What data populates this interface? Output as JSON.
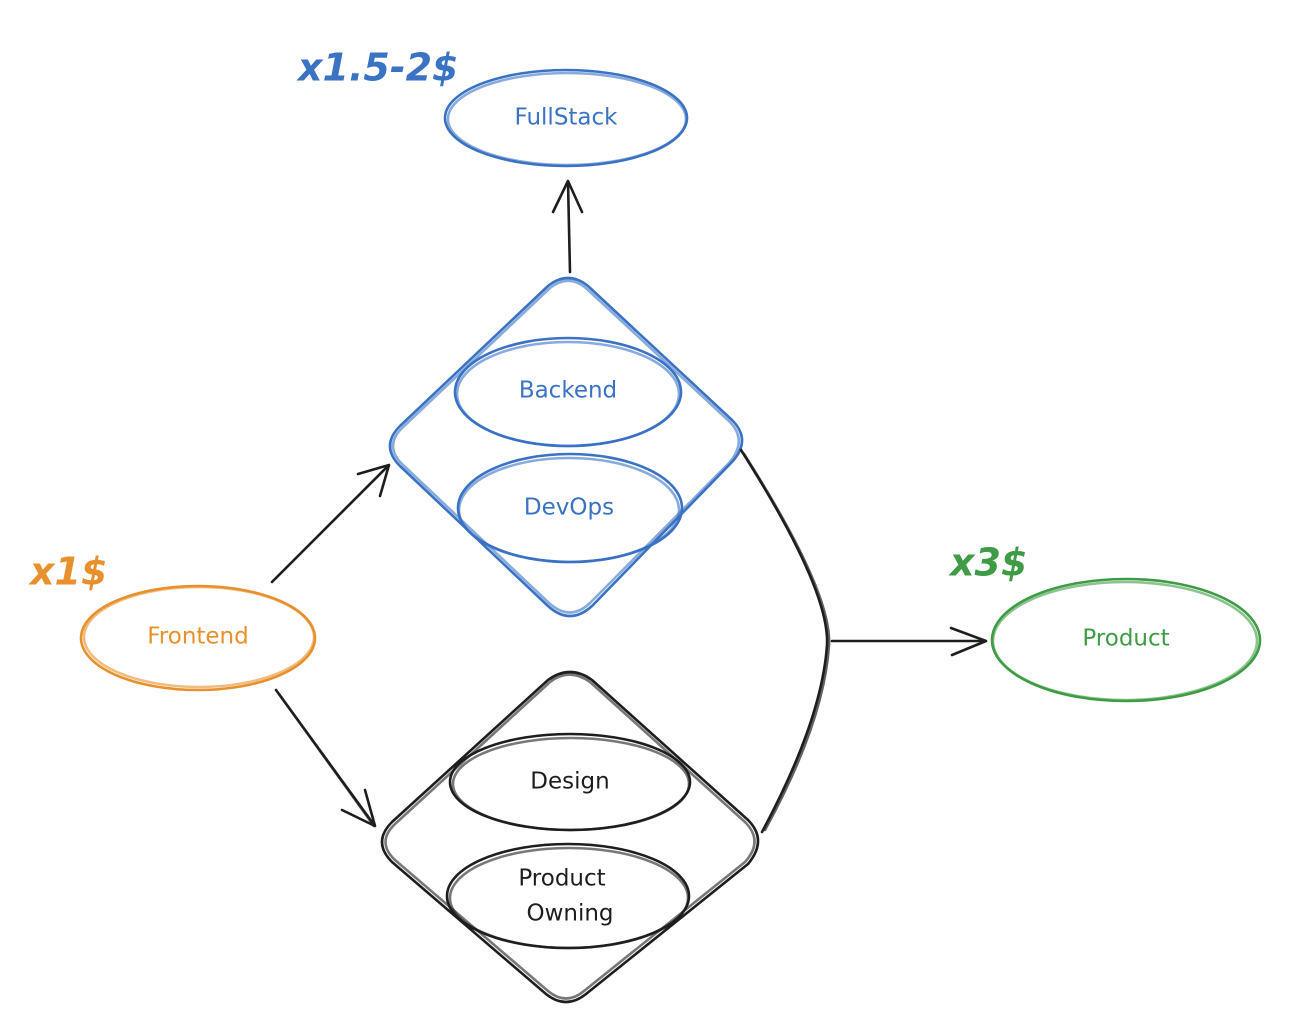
{
  "colors": {
    "orange": "#e8902c",
    "blue": "#3a72c4",
    "green": "#3f9b45",
    "black": "#1e1e1e"
  },
  "nodes": {
    "frontend": "Frontend",
    "fullstack": "FullStack",
    "backend": "Backend",
    "devops": "DevOps",
    "design": "Design",
    "product_owning_line1": "Product",
    "product_owning_line2": "Owning",
    "product": "Product"
  },
  "prices": {
    "frontend": "x1$",
    "fullstack": "x1.5-2$",
    "product": "x3$"
  }
}
